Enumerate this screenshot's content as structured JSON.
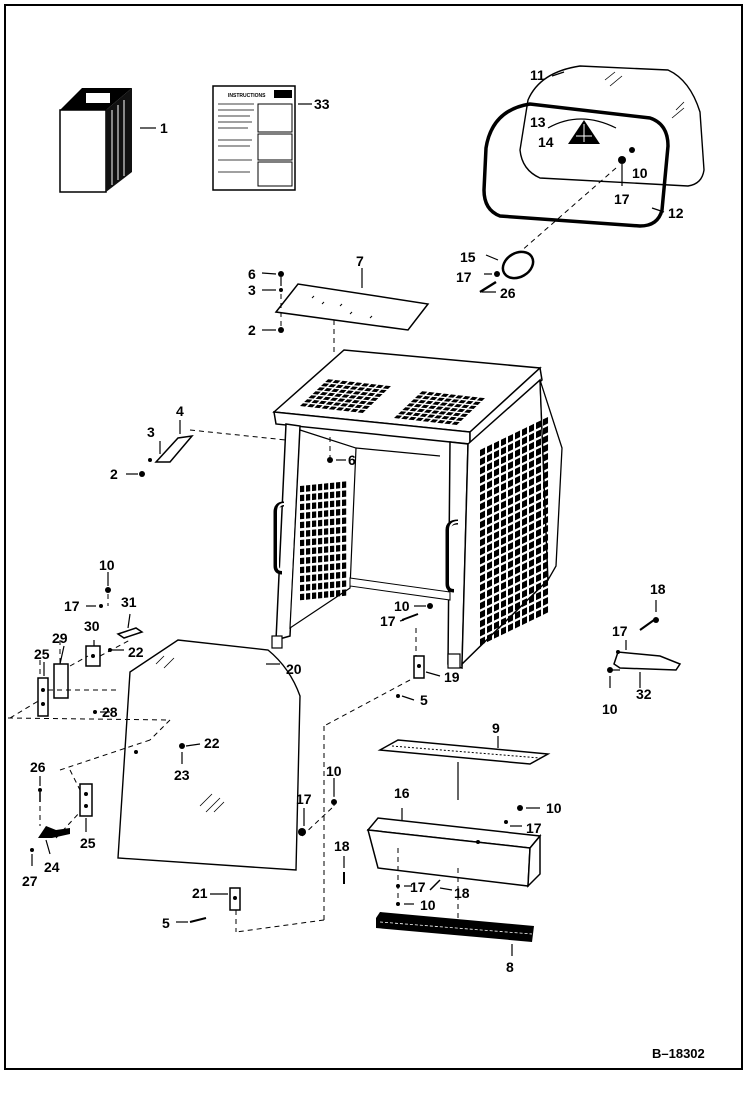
{
  "labels": {
    "p1": "1",
    "p2a": "2",
    "p2b": "2",
    "p3a": "3",
    "p3b": "3",
    "p4": "4",
    "p5a": "5",
    "p5b": "5",
    "p6a": "6",
    "p6b": "6",
    "p7": "7",
    "p8": "8",
    "p9": "9",
    "p10a": "10",
    "p10b": "10",
    "p10c": "10",
    "p10d": "10",
    "p10e": "10",
    "p10f": "10",
    "p10g": "10",
    "p11": "11",
    "p12": "12",
    "p13": "13",
    "p14": "14",
    "p15": "15",
    "p16": "16",
    "p17a": "17",
    "p17b": "17",
    "p17c": "17",
    "p17d": "17",
    "p17e": "17",
    "p17f": "17",
    "p17g": "17",
    "p17h": "17",
    "p18a": "18",
    "p18b": "18",
    "p18c": "18",
    "p19": "19",
    "p20": "20",
    "p21": "21",
    "p22a": "22",
    "p22b": "22",
    "p23": "23",
    "p24": "24",
    "p25a": "25",
    "p25b": "25",
    "p26a": "26",
    "p26b": "26",
    "p27": "27",
    "p28": "28",
    "p29": "29",
    "p30": "30",
    "p31": "31",
    "p32": "32",
    "p33": "33"
  },
  "manual_title": "INSTRUCTIONS",
  "figure_ref": "B–18302"
}
